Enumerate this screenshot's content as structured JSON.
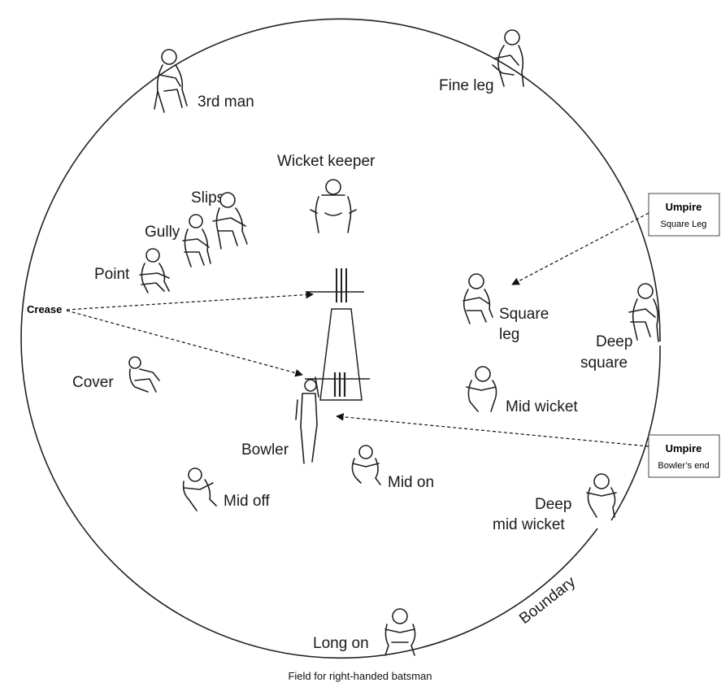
{
  "caption": "Field for right-handed batsman",
  "boundary_label": "Boundary",
  "crease_label": "Crease",
  "umpires": [
    {
      "title": "Umpire",
      "subtitle": "Square Leg"
    },
    {
      "title": "Umpire",
      "subtitle": "Bowler’s end"
    }
  ],
  "fielders": {
    "third_man": "3rd man",
    "fine_leg": "Fine leg",
    "wicket_keeper": "Wicket keeper",
    "slips": "Slips",
    "gully": "Gully",
    "point": "Point",
    "square_leg_1": "Square",
    "square_leg_2": "leg",
    "deep_square_1": "Deep",
    "deep_square_2": "square",
    "cover": "Cover",
    "mid_wicket": "Mid wicket",
    "bowler": "Bowler",
    "mid_on": "Mid on",
    "mid_off": "Mid off",
    "deep_mid_wicket_1": "Deep",
    "deep_mid_wicket_2": "mid wicket",
    "long_on": "Long on"
  }
}
